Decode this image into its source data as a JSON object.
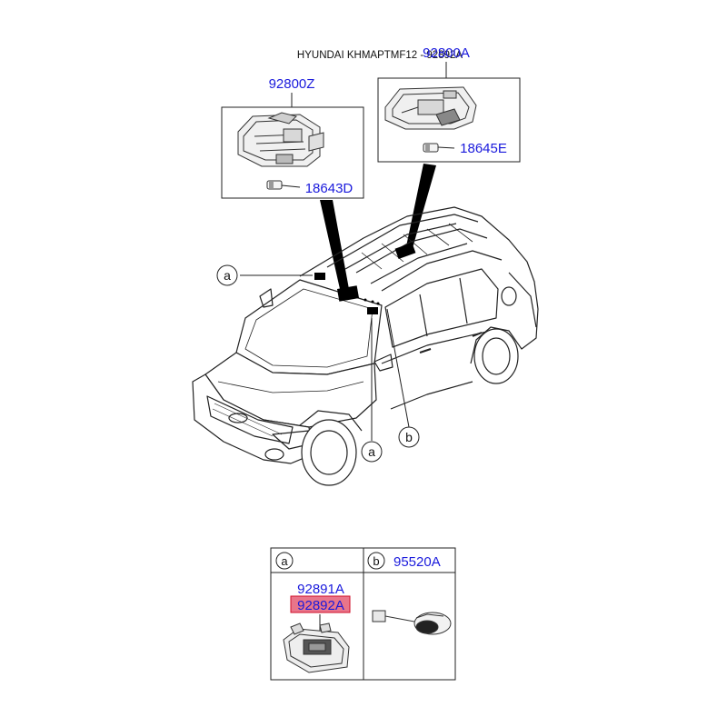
{
  "header": {
    "title": "HYUNDAI KHMAPTMF12 - 92892A"
  },
  "parts": {
    "lamp_left": "92800Z",
    "bulb_left": "18643D",
    "lamp_right": "92800A",
    "bulb_right": "18645E"
  },
  "callouts": {
    "a": "a",
    "b": "b"
  },
  "detail_table": {
    "cell_a": {
      "letter": "a",
      "part1": "92891A",
      "part2": "92892A"
    },
    "cell_b": {
      "letter": "b",
      "part1": "95520A"
    }
  },
  "colors": {
    "part_number": "#1a1adc",
    "highlight_fill": "#e9758a",
    "highlight_stroke": "#d0102a"
  }
}
